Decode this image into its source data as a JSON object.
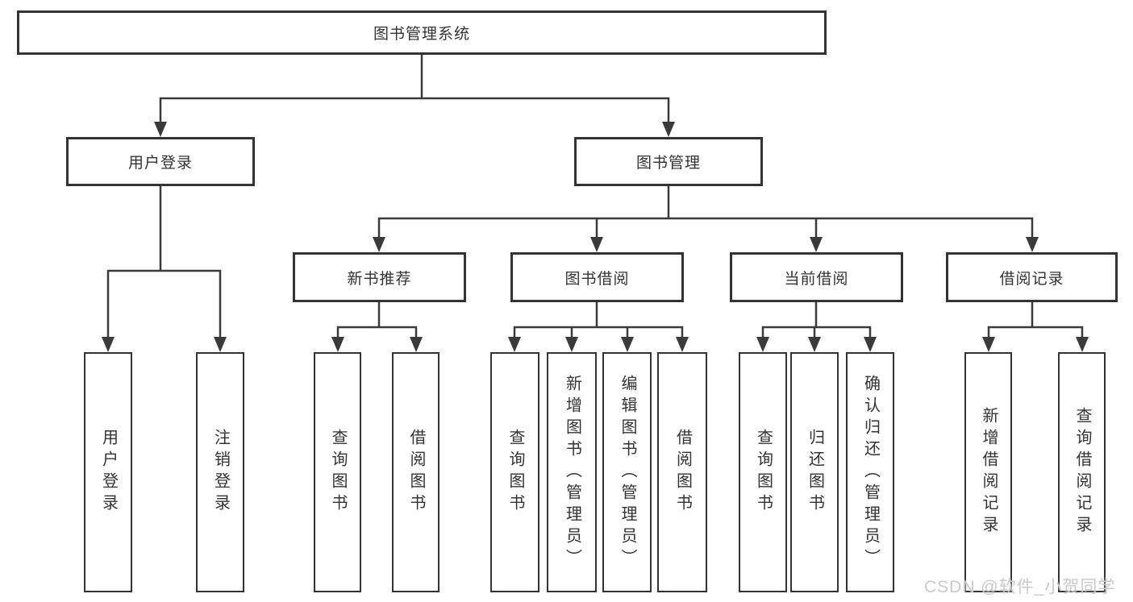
{
  "diagram": {
    "title": "图书管理系统",
    "root": {
      "label": "图书管理系统"
    },
    "level2": [
      {
        "label": "用户登录"
      },
      {
        "label": "图书管理"
      }
    ],
    "level3": [
      {
        "label": "新书推荐"
      },
      {
        "label": "图书借阅"
      },
      {
        "label": "当前借阅"
      },
      {
        "label": "借阅记录"
      }
    ],
    "leaves": {
      "user_login": [
        "用户登录",
        "注销登录"
      ],
      "new_book_recommend": [
        "查询图书",
        "借阅图书"
      ],
      "book_borrow": [
        "查询图书",
        "新增图书（管理员）",
        "编辑图书（管理员）",
        "借阅图书"
      ],
      "current_borrow": [
        "查询图书",
        "归还图书",
        "确认归还（管理员）"
      ],
      "borrow_records": [
        "新增借阅记录",
        "查询借阅记录"
      ]
    }
  },
  "watermark": {
    "text": "CSDN @软件_小贺同学"
  },
  "colors": {
    "line": "#3a3a3a",
    "border": "#333333",
    "text": "#333333",
    "background": "#ffffff",
    "watermark": "#c5c5c5"
  }
}
